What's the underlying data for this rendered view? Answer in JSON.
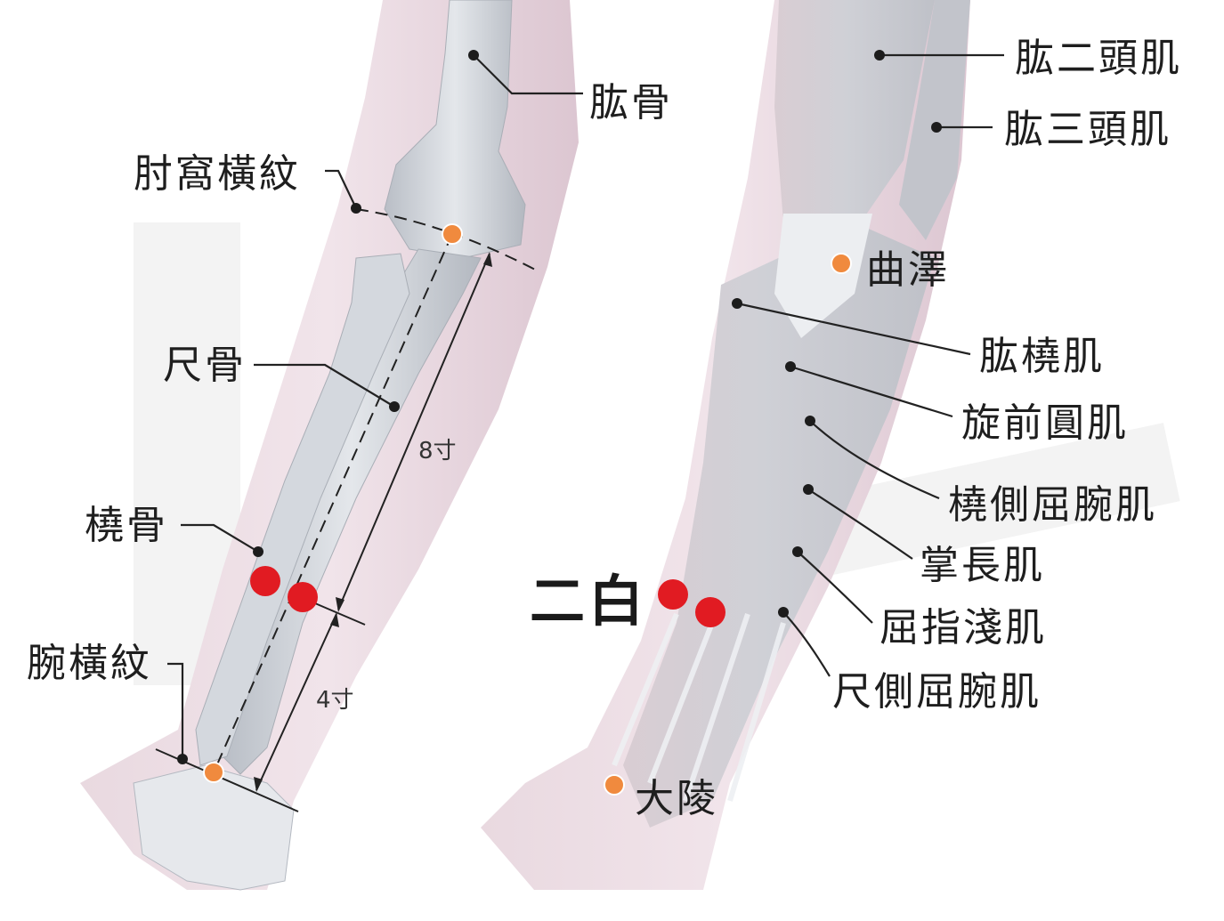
{
  "colors": {
    "acupoint": "#e11b22",
    "reference_point": "#f08a3e",
    "skin": "#e7d3dc",
    "bone": "#cfd3d8",
    "muscle": "#c7c9cf"
  },
  "labels": {
    "humerus": "肱骨",
    "elbow_crease": "肘窩橫紋",
    "ulna": "尺骨",
    "radius": "橈骨",
    "wrist_crease": "腕橫紋",
    "biceps": "肱二頭肌",
    "triceps": "肱三頭肌",
    "quze": "曲澤",
    "brachioradialis": "肱橈肌",
    "pronator_teres": "旋前圓肌",
    "flexor_carpi_radialis": "橈側屈腕肌",
    "palmaris_longus": "掌長肌",
    "flexor_digitorum_superficialis": "屈指淺肌",
    "flexor_carpi_ulnaris": "尺側屈腕肌",
    "erbai": "二白",
    "daling": "大陵"
  },
  "measurements": {
    "elbow_to_wrist": "8寸",
    "point_to_wrist": "4寸"
  }
}
